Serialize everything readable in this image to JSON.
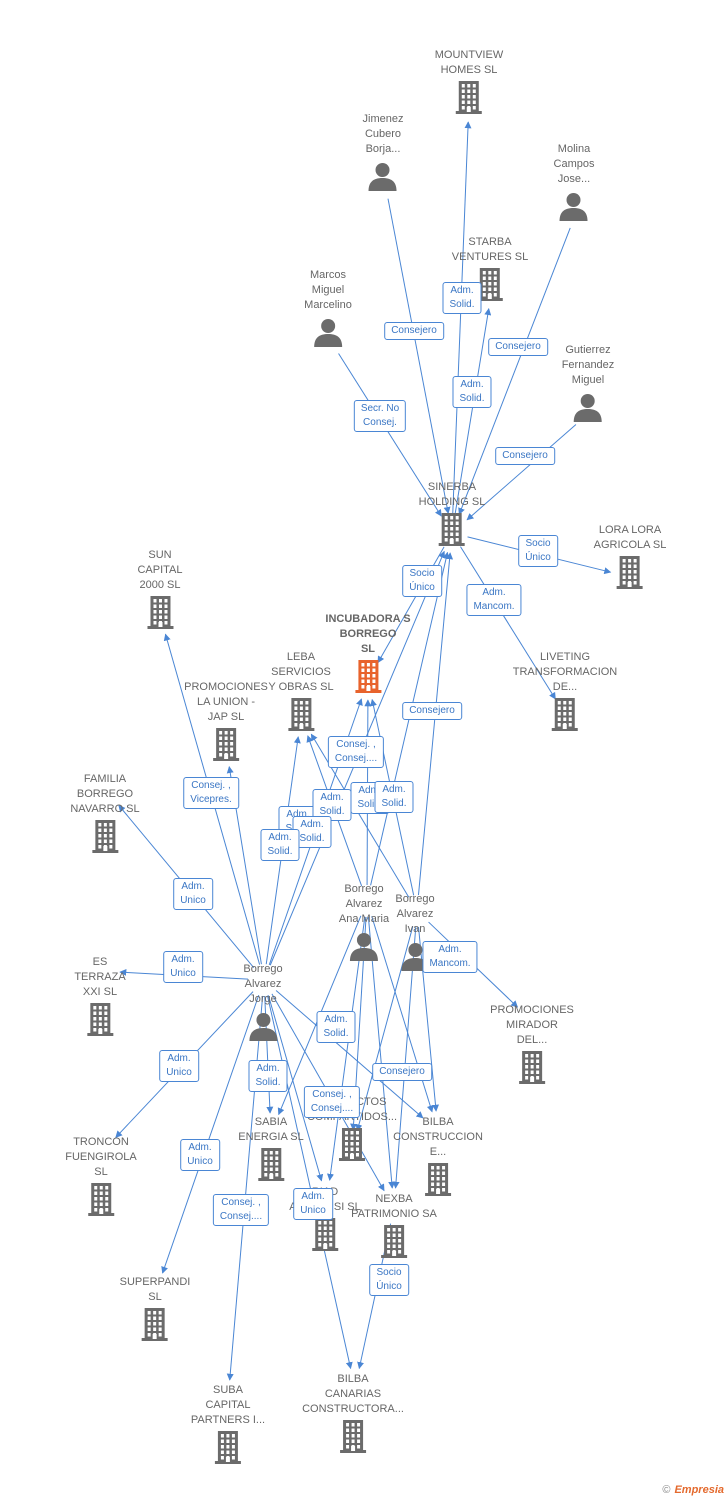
{
  "colors": {
    "edge": "#4a86d4",
    "node": "#6b6b6b",
    "focus": "#e8632c",
    "label": "#666666"
  },
  "nodes": [
    {
      "id": "mountview",
      "type": "company",
      "label": "MOUNTVIEW\nHOMES  SL"
    },
    {
      "id": "jimenez",
      "type": "person",
      "label": "Jimenez\nCubero\nBorja..."
    },
    {
      "id": "molina",
      "type": "person",
      "label": "Molina\nCampos\nJose..."
    },
    {
      "id": "starba",
      "type": "company",
      "label": "STARBA\nVENTURES  SL"
    },
    {
      "id": "marcos",
      "type": "person",
      "label": "Marcos\nMiguel\nMarcelino"
    },
    {
      "id": "gutierrez",
      "type": "person",
      "label": "Gutierrez\nFernandez\nMiguel"
    },
    {
      "id": "sinerba",
      "type": "company",
      "label": "SINERBA\nHOLDING  SL"
    },
    {
      "id": "lora",
      "type": "company",
      "label": "LORA LORA\nAGRICOLA  SL"
    },
    {
      "id": "sun",
      "type": "company",
      "label": "SUN\nCAPITAL\n2000  SL"
    },
    {
      "id": "incubadora",
      "type": "focus",
      "label": "INCUBADORA S\nBORREGO\nSL"
    },
    {
      "id": "leba",
      "type": "company",
      "label": "LEBA\nSERVICIOS\nY OBRAS  SL"
    },
    {
      "id": "promociones_union",
      "type": "company",
      "label": "PROMOCIONES\nLA UNION -\nJAP  SL"
    },
    {
      "id": "liveting",
      "type": "company",
      "label": "LIVETING\nTRANSFORMACION\nDE..."
    },
    {
      "id": "familia",
      "type": "company",
      "label": "FAMILIA\nBORREGO\nNAVARRO  SL"
    },
    {
      "id": "ana",
      "type": "person",
      "label": "Borrego\nAlvarez\nAna Maria"
    },
    {
      "id": "ivan",
      "type": "person",
      "label": "Borrego\nAlvarez\nIvan"
    },
    {
      "id": "es_terraza",
      "type": "company",
      "label": "ES\nTERRAZA\nXXI SL"
    },
    {
      "id": "jorge",
      "type": "person",
      "label": "Borrego\nAlvarez\nJorge"
    },
    {
      "id": "mirador",
      "type": "company",
      "label": "PROMOCIONES\nMIRADOR\nDEL..."
    },
    {
      "id": "proyectos",
      "type": "company",
      "label": "PROYECTOS\nCOMPARTIDOS..."
    },
    {
      "id": "troncon",
      "type": "company",
      "label": "TRONCON\nFUENGIROLA\nSL"
    },
    {
      "id": "sabia",
      "type": "company",
      "label": "SABIA\nENERGIA  SL"
    },
    {
      "id": "bilba_c",
      "type": "company",
      "label": "BILBA\nCONSTRUCCION\nE..."
    },
    {
      "id": "riad",
      "type": "company",
      "label": "RIAD\nANDALUSI  SL"
    },
    {
      "id": "nexba",
      "type": "company",
      "label": "NEXBA\nPATRIMONIO SA"
    },
    {
      "id": "superpandi",
      "type": "company",
      "label": "SUPERPANDI\nSL"
    },
    {
      "id": "suba",
      "type": "company",
      "label": "SUBA\nCAPITAL\nPARTNERS I..."
    },
    {
      "id": "bilba_can",
      "type": "company",
      "label": "BILBA\nCANARIAS\nCONSTRUCTORA..."
    }
  ],
  "relations": [
    "Adm.\nSolid.",
    "Consejero",
    "Consejero",
    "Adm.\nSolid.",
    "Secr.  No\nConsej.",
    "Consejero",
    "Socio\nÚnico",
    "Socio\nÚnico",
    "Adm.\nMancom.",
    "Consejero",
    "Consej. ,\nConsej....",
    "Adm.\nSolid.",
    "Adm.\nSolid.",
    "Adm.\nSolid.",
    "Adm.\nSolid.",
    "Consej. ,\nVicepres.",
    "Adm.\nUnico",
    "Adm.\nUnico",
    "Adm.\nMancom.",
    "Adm.\nSolid.",
    "Adm.\nSolid.",
    "Adm.\nSolid.",
    "Adm.\nUnico",
    "Adm.\nSolid.",
    "Consejero",
    "Consej. ,\nConsej....",
    "Adm.\nUnico",
    "Consej. ,\nConsej....",
    "Adm.\nUnico",
    "Socio\nÚnico"
  ],
  "footer": {
    "copyright": "©",
    "brand": "Empresia"
  }
}
